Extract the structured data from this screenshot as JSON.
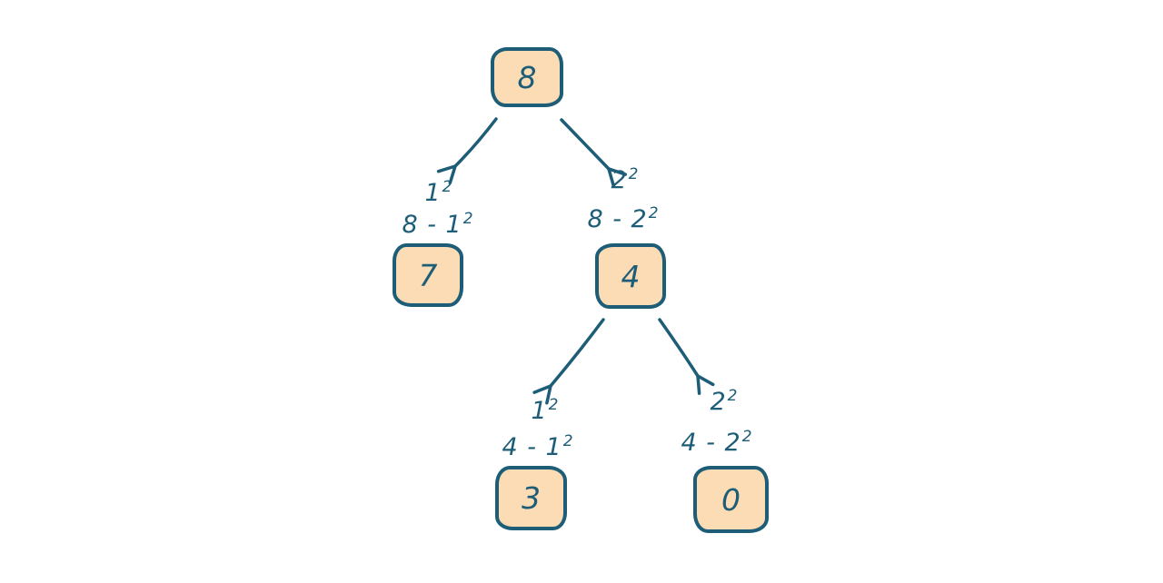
{
  "diagram": {
    "type": "recursion-tree",
    "colors": {
      "ink": "#1d5d77",
      "node_fill": "#fbdcb5",
      "background": "#ffffff"
    },
    "root": {
      "value": "8"
    },
    "branches": [
      {
        "from": "8",
        "square_base": "1",
        "square_exp": "2",
        "expr_prefix": "8 -",
        "result": "7"
      },
      {
        "from": "8",
        "square_base": "2",
        "square_exp": "2",
        "expr_prefix": "8 -",
        "result": "4"
      },
      {
        "from": "4",
        "square_base": "1",
        "square_exp": "2",
        "expr_prefix": "4 -",
        "result": "3"
      },
      {
        "from": "4",
        "square_base": "2",
        "square_exp": "2",
        "expr_prefix": "4 -",
        "result": "0"
      }
    ]
  }
}
